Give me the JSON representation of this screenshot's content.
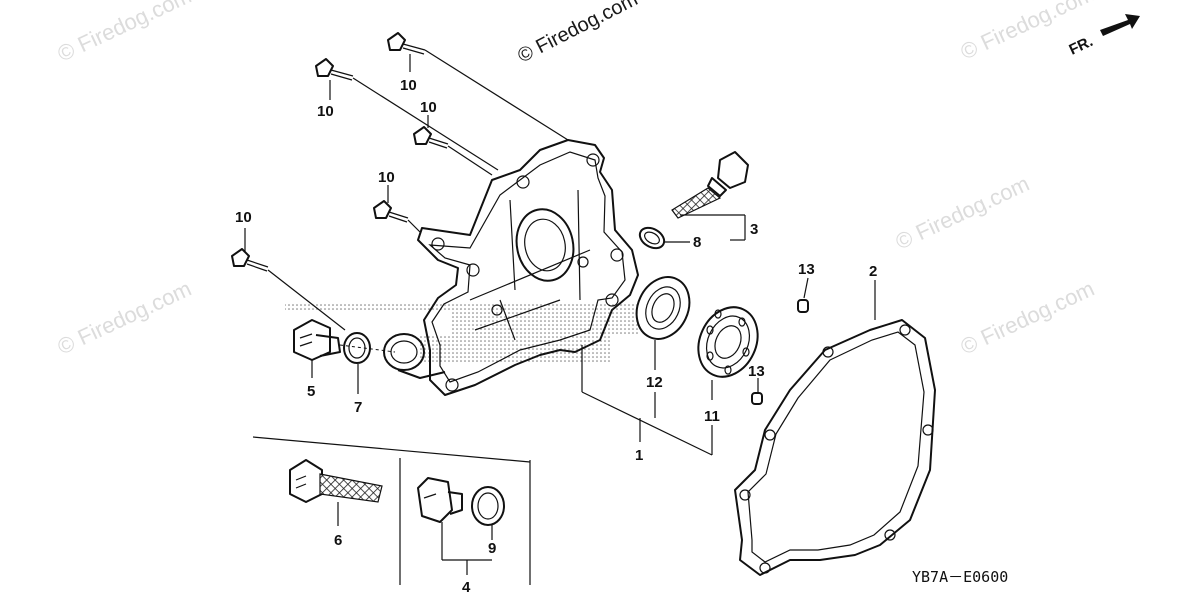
{
  "watermarks": {
    "center": "© Firedog.com",
    "top_left": "© Firedog.com",
    "left_mid": "© Firedog.com",
    "top_right": "© Firedog.com",
    "right_mid": "© Firedog.com",
    "right_low": "© Firedog.com"
  },
  "front_indicator": "FR.",
  "diagram_code": "YB7A－E0600",
  "callouts": {
    "p1": "1",
    "p2": "2",
    "p3": "3",
    "p4": "4",
    "p5": "5",
    "p6": "6",
    "p7": "7",
    "p8": "8",
    "p9": "9",
    "p10a": "10",
    "p10b": "10",
    "p10c": "10",
    "p10d": "10",
    "p10e": "10",
    "p11": "11",
    "p12": "12",
    "p13a": "13",
    "p13b": "13"
  }
}
